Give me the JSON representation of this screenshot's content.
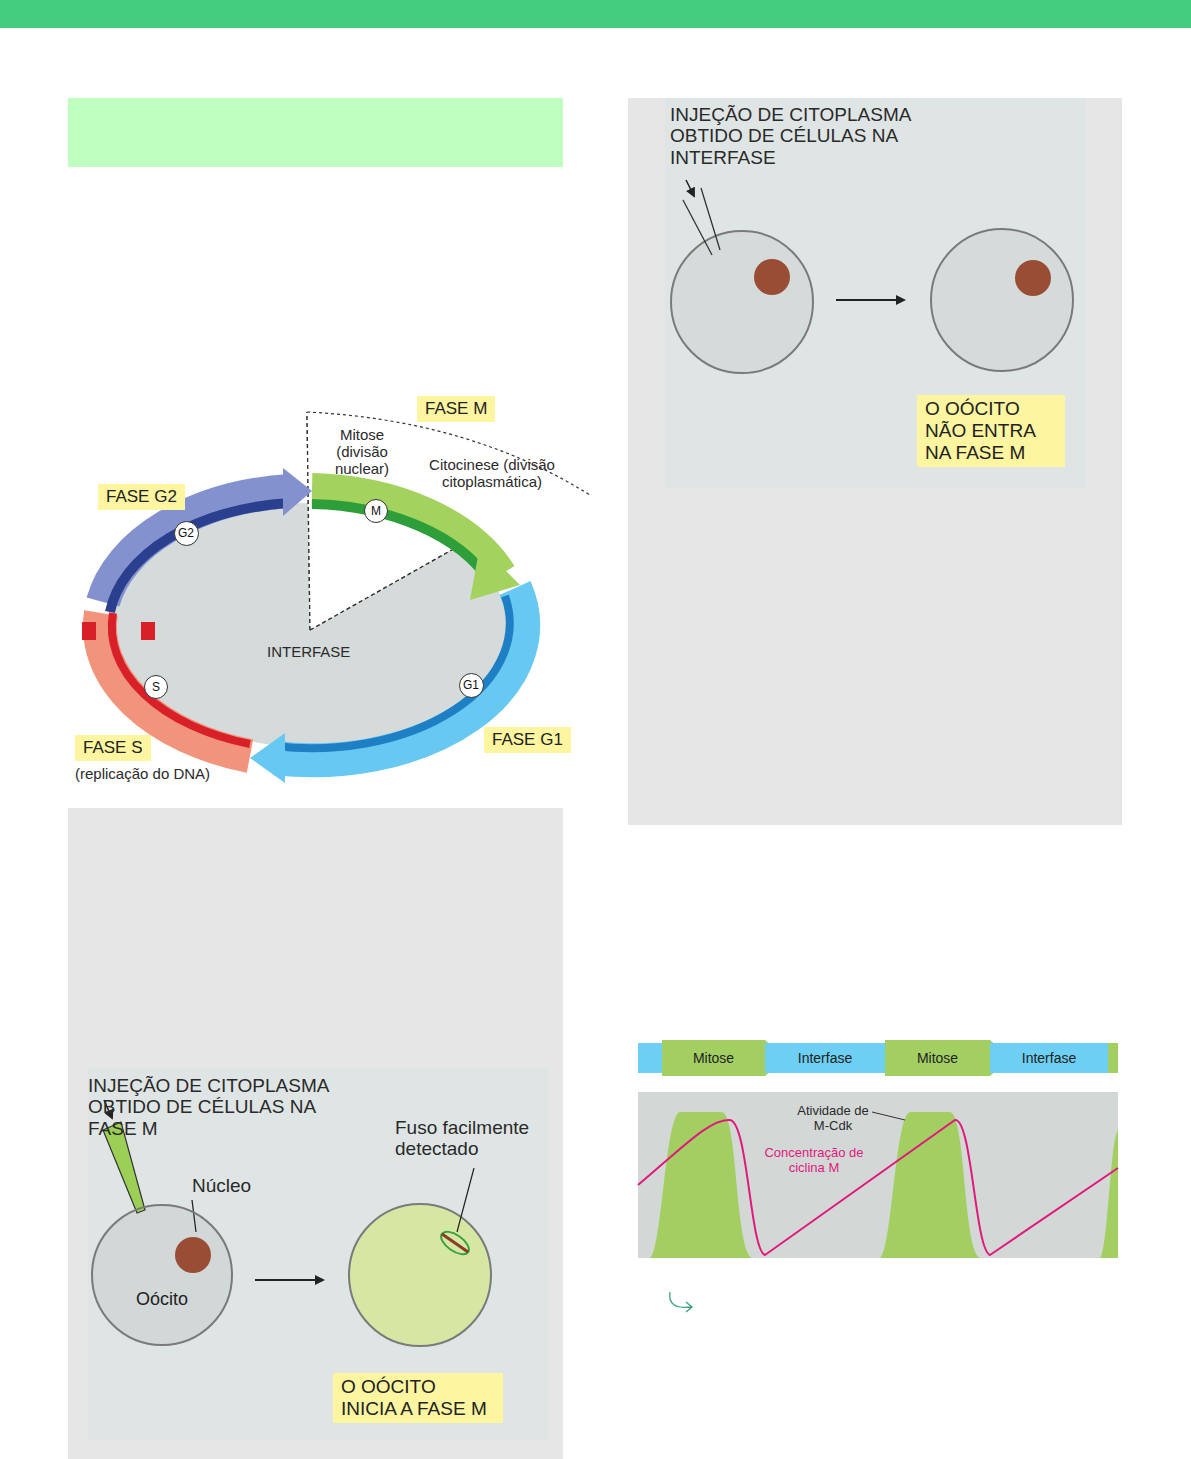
{
  "diagram": {
    "nodes": [
      {
        "text": [
          "FASE M"
        ]
      },
      {
        "text": [
          "M"
        ]
      },
      {
        "text": [
          "FASE G2"
        ]
      },
      {
        "text": [
          "G2"
        ]
      },
      {
        "text": [
          "S"
        ]
      },
      {
        "text": [
          "G1"
        ]
      },
      {
        "text": [
          "FASE S"
        ]
      },
      {
        "text": [
          "FASE G1"
        ]
      },
      {
        "text": [
          "Oócito"
        ]
      },
      {
        "text": [
          "O OÓCITO INICIA A FASE M"
        ]
      },
      {
        "text": [
          "O OÓCITO NÃO ENTRA NA FASE M"
        ]
      },
      {
        "text": [
          "Mitose"
        ]
      },
      {
        "text": [
          "Interfase"
        ]
      },
      {
        "text": [
          "Mitose"
        ]
      },
      {
        "text": [
          "Interfase"
        ]
      }
    ],
    "labels": [
      "INJEÇÃO DE CITOPLASMA OBTIDO DE CÉLULAS NA INTERFASE",
      "Mitose (divisão nuclear)",
      "Citocinese (divisão citoplasmática)",
      "INTERFASE",
      "(replicação do DNA)",
      "INJEÇÃO DE CITOPLASMA OBTIDO DE CÉLULAS NA FASE M",
      "Núcleo",
      "Fuso facilmente detectado",
      "Atividade de M-Cdk",
      "Concentração de ciclina M"
    ]
  }
}
